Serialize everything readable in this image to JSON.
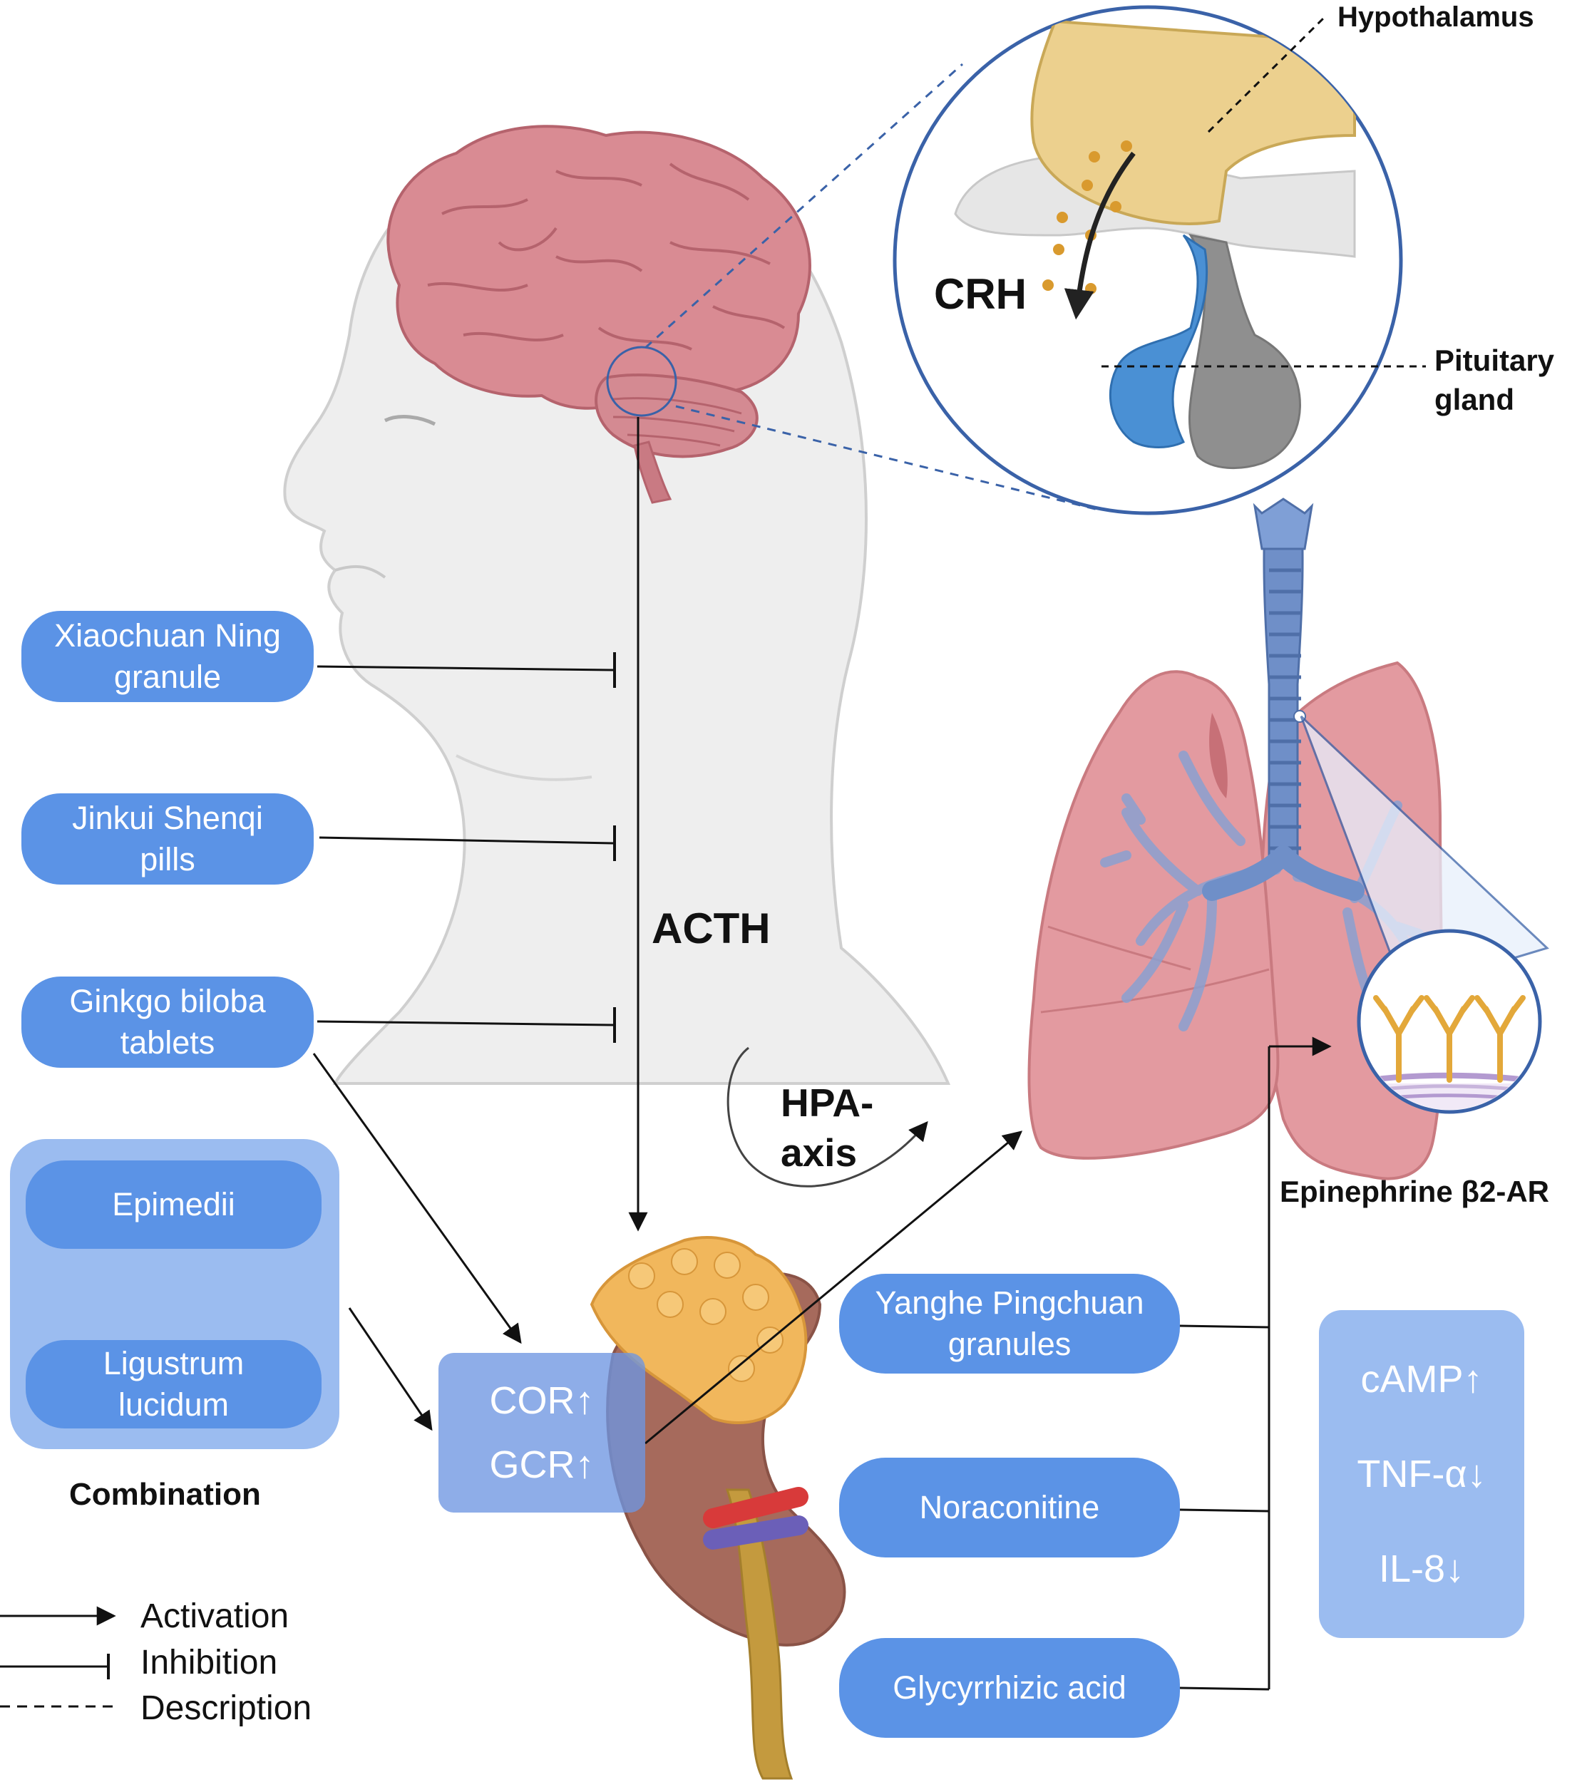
{
  "colors": {
    "pill": "#5b93e6",
    "panel_light": "#9bbcf0",
    "line": "#111111",
    "dashed": "#3a62a8",
    "brain": "#d98b93",
    "skin": "#eeeeee",
    "lung": "#e39aa0",
    "trachea": "#6f8fc8",
    "adrenal": "#f1b75c",
    "kidney": "#a66a5c",
    "ureter": "#c49a3e",
    "antibody": "#e3a83a"
  },
  "labels": {
    "hypothalamus": "Hypothalamus",
    "pituitary_line1": "Pituitary",
    "pituitary_line2": "gland",
    "crh": "CRH",
    "acth": "ACTH",
    "hpa_line1": "HPA-",
    "hpa_line2": "axis",
    "epinephrine": "Epinephrine β2-AR",
    "combination": "Combination"
  },
  "inhibitors": [
    {
      "line1": "Xiaochuan Ning",
      "line2": "granule"
    },
    {
      "line1": "Jinkui Shenqi",
      "line2": "pills"
    },
    {
      "line1": "Ginkgo biloba",
      "line2": "tablets"
    }
  ],
  "combination_items": [
    {
      "line1": "Epimedii",
      "line2": ""
    },
    {
      "line1": "Ligustrum",
      "line2": "lucidum"
    }
  ],
  "adrenal_markers": [
    "COR↑",
    "GCR↑"
  ],
  "activators": [
    {
      "line1": "Yanghe Pingchuan",
      "line2": "granules"
    },
    {
      "line1": "Noraconitine",
      "line2": ""
    },
    {
      "line1": "Glycyrrhizic acid",
      "line2": ""
    }
  ],
  "lung_markers": [
    "cAMP↑",
    "TNF-α↓",
    "IL-8↓"
  ],
  "legend": [
    {
      "label": "Activation",
      "icon": "activation-arrow-icon"
    },
    {
      "label": "Inhibition",
      "icon": "inhibition-bar-icon"
    },
    {
      "label": "Description",
      "icon": "dashed-line-icon"
    }
  ]
}
